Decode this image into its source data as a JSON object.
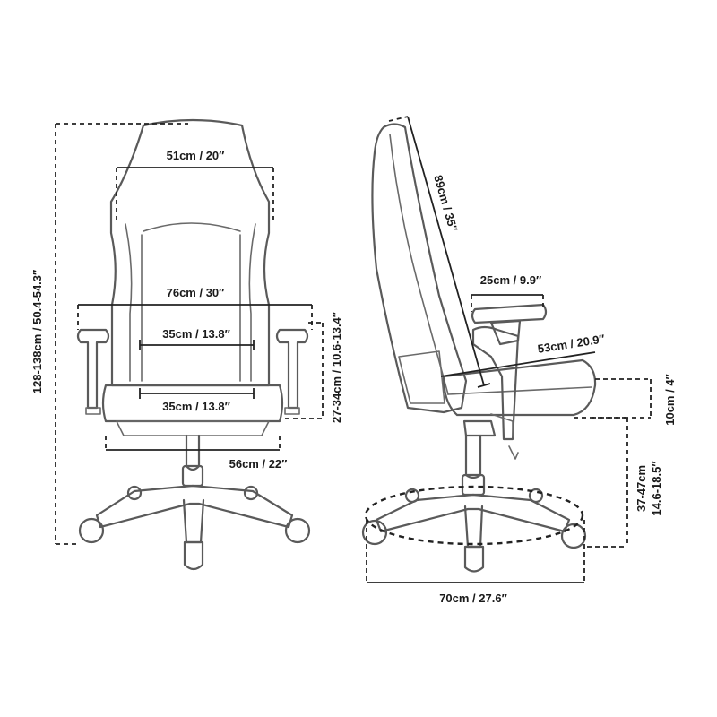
{
  "front_view": {
    "total_height": "128-138cm / 50.4-54.3″",
    "backrest_width": "51cm / 20″",
    "armrest_span": "76cm / 30″",
    "lumbar_width": "35cm / 13.8″",
    "seat_width": "35cm / 13.8″",
    "base_width": "56cm / 22″",
    "armrest_height": "27-34cm / 10.6-13.4″"
  },
  "side_view": {
    "backrest_height": "89cm / 35″",
    "armrest_depth": "25cm / 9.9″",
    "seat_depth": "53cm / 20.9″",
    "seat_thickness": "10cm / 4″",
    "seat_height_cm": "37-47cm",
    "seat_height_in": "14.6-18.5″",
    "base_diameter": "70cm / 27.6″"
  },
  "colors": {
    "outline": "#5a5a5a",
    "dimension": "#222222"
  }
}
